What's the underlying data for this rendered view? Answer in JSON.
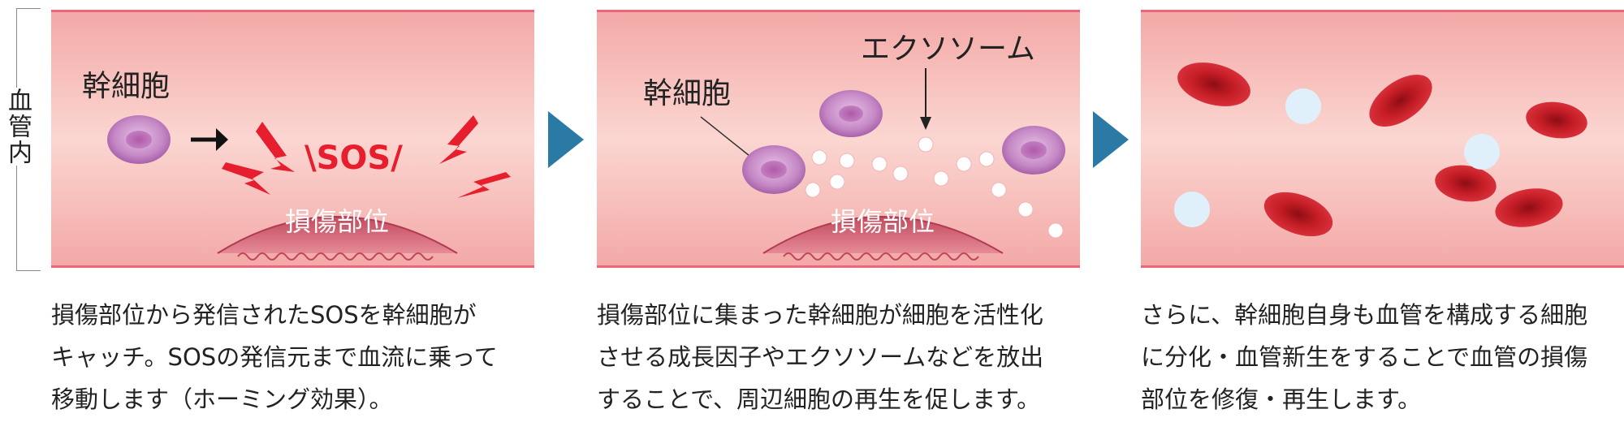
{
  "side_label": "血管内",
  "panel1": {
    "stem_cell_label": "幹細胞",
    "sos_text": "\\SOS/",
    "injury_label": "損傷部位"
  },
  "panel2": {
    "stem_cell_label": "幹細胞",
    "exosome_label": "エクソソーム",
    "injury_label": "損傷部位"
  },
  "captions": {
    "c1": [
      "損傷部位から発信されたSOSを幹細胞が",
      "キャッチ。SOSの発信元まで血流に乗って",
      "移動します（ホーミング効果）。"
    ],
    "c2": [
      "損傷部位に集まった幹細胞が細胞を活性化",
      "させる成長因子やエクソソームなどを放出",
      "することで、周辺細胞の再生を促します。"
    ],
    "c3": [
      "さらに、幹細胞自身も血管を構成する細胞",
      "に分化・血管新生をすることで血管の損傷",
      "部位を修復・再生します。"
    ]
  },
  "colors": {
    "vessel_top": "#f6b9b4",
    "vessel_mid": "#f9cfca",
    "vessel_edge": "#e9677a",
    "arrow": "#2a7aa5",
    "injury": "#c1465c",
    "stem_cell": "#b873b8",
    "rbc": "#c51d26",
    "sos_red": "#e61e2d"
  }
}
